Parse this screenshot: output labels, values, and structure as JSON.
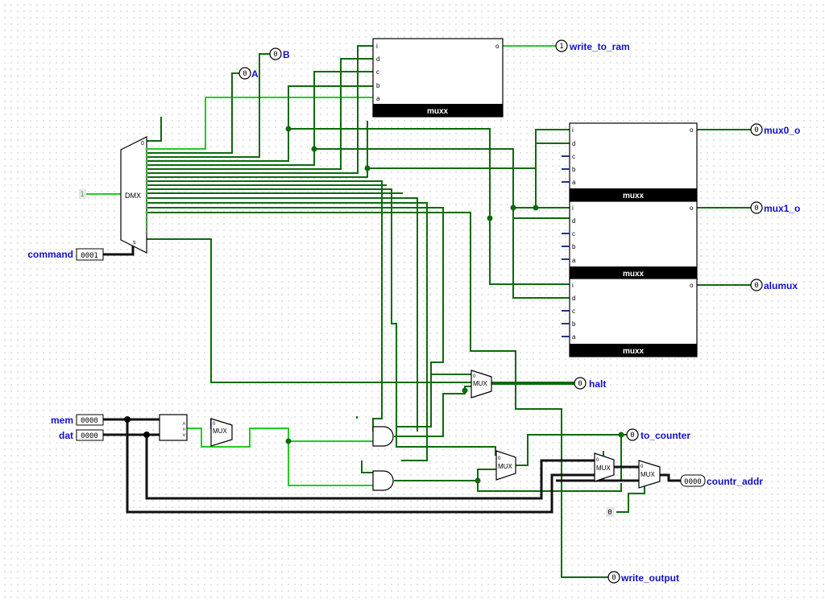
{
  "inputs": {
    "command": {
      "label": "command",
      "value": "0001"
    },
    "mem": {
      "label": "mem",
      "value": "0000"
    },
    "dat": {
      "label": "dat",
      "value": "0000"
    },
    "dmx_sel": {
      "value": "1"
    },
    "const_zero": {
      "value": "0"
    }
  },
  "outputs": {
    "write_to_ram": {
      "label": "write_to_ram",
      "value": "1"
    },
    "A": {
      "label": "A",
      "value": "0"
    },
    "B": {
      "label": "B",
      "value": "0"
    },
    "mux0_o": {
      "label": "mux0_o",
      "value": "0"
    },
    "mux1_o": {
      "label": "mux1_o",
      "value": "0"
    },
    "alumux": {
      "label": "alumux",
      "value": "0"
    },
    "halt": {
      "label": "halt",
      "value": "0"
    },
    "to_counter": {
      "label": "to_counter",
      "value": "0"
    },
    "write_output": {
      "label": "write_output",
      "value": "0"
    },
    "countr_addr": {
      "label": "countr_addr",
      "value": "0000"
    }
  },
  "components": {
    "dmx": {
      "label": "DMX",
      "top_port": "0",
      "bottom_port": "s"
    },
    "muxx_blocks": [
      {
        "title": "muxx",
        "ports": [
          "i",
          "d",
          "c",
          "b",
          "a"
        ],
        "out": "o"
      },
      {
        "title": "muxx",
        "ports": [
          "i",
          "d",
          "c",
          "b",
          "a"
        ],
        "out": "o"
      },
      {
        "title": "muxx",
        "ports": [
          "i",
          "d",
          "c",
          "b",
          "a"
        ],
        "out": "o"
      },
      {
        "title": "muxx",
        "ports": [
          "i",
          "d",
          "c",
          "b",
          "a"
        ],
        "out": "o"
      }
    ],
    "small_mux_label": "MUX",
    "small_mux_port": "0",
    "comparator_ports": [
      "<",
      "=",
      ">"
    ]
  },
  "colors": {
    "wire_dark": "#0c6b0c",
    "wire_active": "#22cc22",
    "bus": "#111111",
    "label": "#1010cc",
    "block_bar": "#000000"
  }
}
